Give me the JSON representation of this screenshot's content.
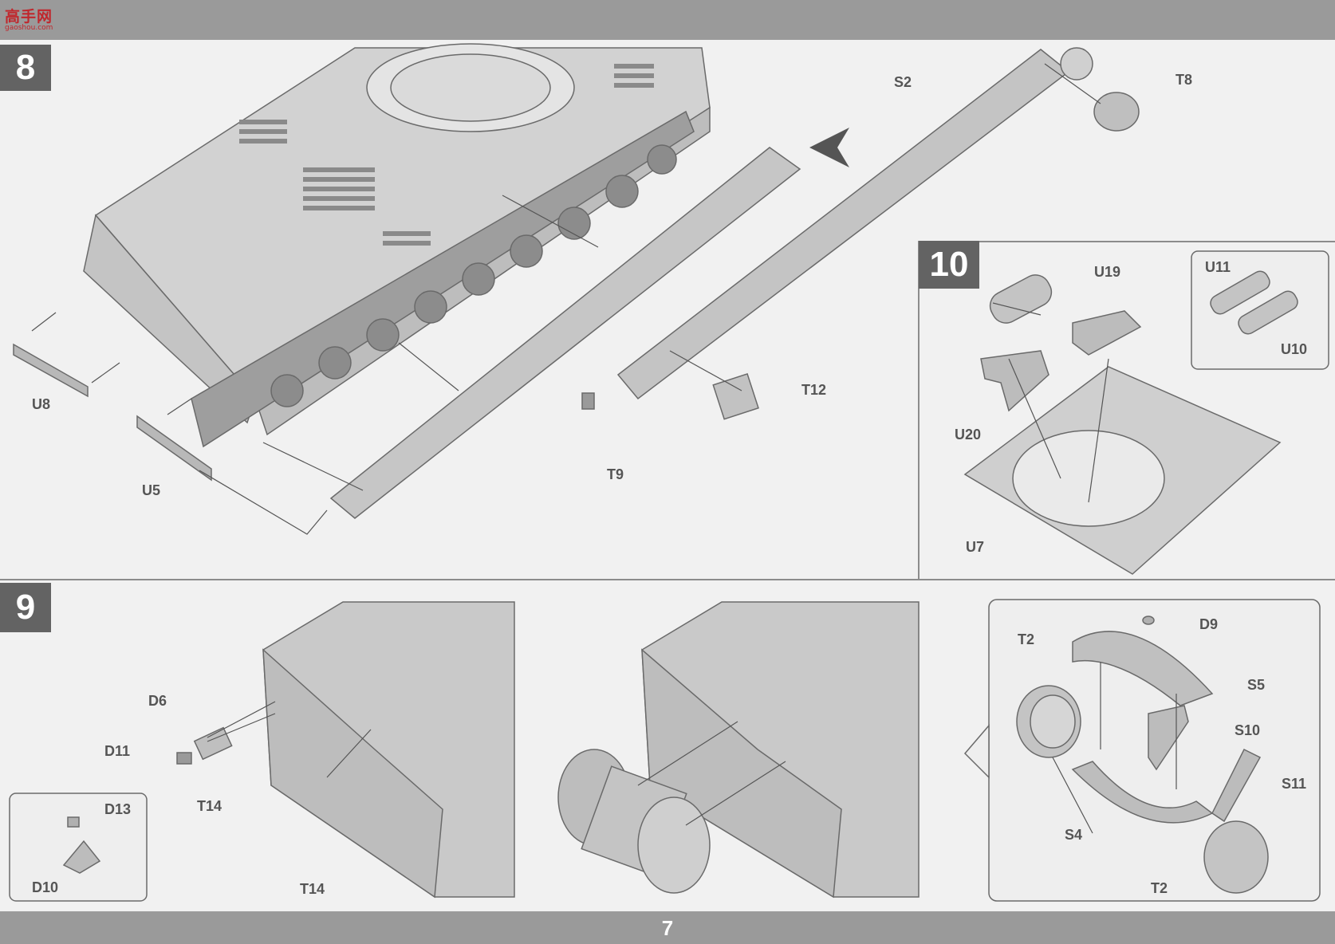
{
  "header": {
    "logo_text": "高手网",
    "logo_url": "gaoshou.com"
  },
  "page": {
    "number": "7"
  },
  "steps": {
    "step8": {
      "number": "8",
      "labels": {
        "u8": "U8",
        "u5": "U5",
        "s2": "S2",
        "t8": "T8",
        "t9": "T9",
        "t12": "T12"
      }
    },
    "step10": {
      "number": "10",
      "labels": {
        "u19": "U19",
        "u20": "U20",
        "u7": "U7",
        "u11": "U11",
        "u10": "U10"
      }
    },
    "step9": {
      "number": "9",
      "labels": {
        "d6": "D6",
        "d11": "D11",
        "t14_a": "T14",
        "t14_b": "T14",
        "d13": "D13",
        "d10": "D10",
        "t2_top": "T2",
        "d9": "D9",
        "s5": "S5",
        "s10": "S10",
        "s11": "S11",
        "s4": "S4",
        "t2_bottom": "T2"
      }
    }
  },
  "colors": {
    "part_gray": "#c8c8c8",
    "line": "#6a6a6a",
    "badge": "#636363",
    "bars": "#9a9a9a"
  }
}
